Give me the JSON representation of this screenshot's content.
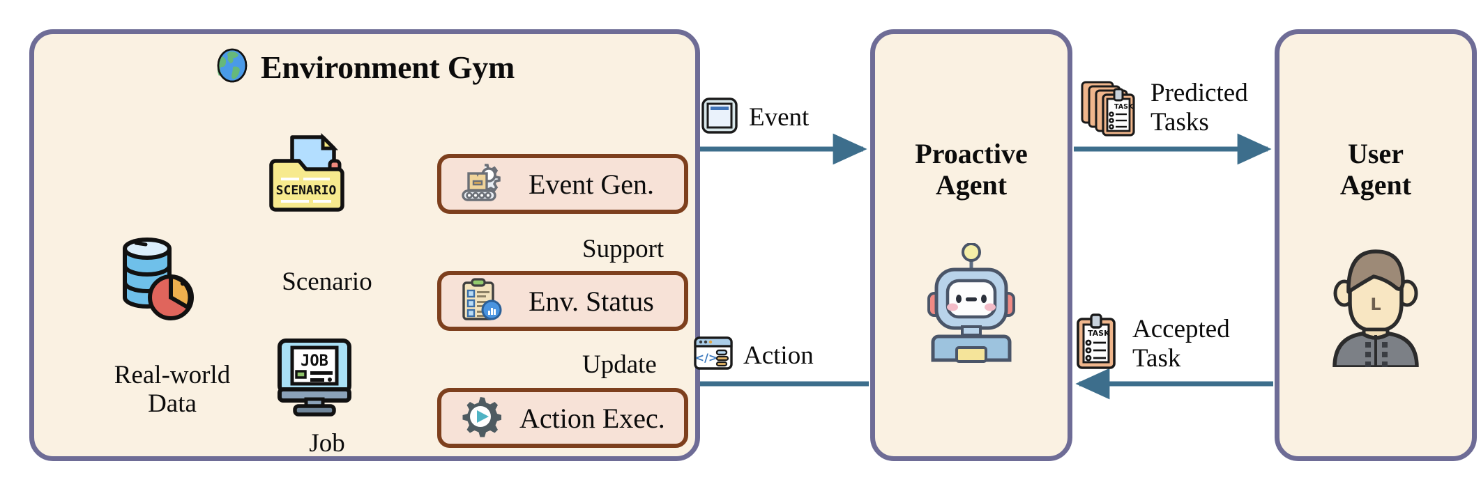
{
  "panels": {
    "env": {
      "title": "Environment Gym",
      "icon": "globe-icon"
    },
    "proactive": {
      "title_line1": "Proactive",
      "title_line2": "Agent",
      "icon": "robot-avatar-icon"
    },
    "user": {
      "title_line1": "User",
      "title_line2": "Agent",
      "icon": "person-avatar-icon"
    }
  },
  "sources": {
    "data": {
      "label_line1": "Real-world",
      "label_line2": "Data",
      "icon": "database-pie-icon"
    },
    "scenario": {
      "label": "Scenario",
      "icon": "scenario-folder-icon",
      "badge_text": "SCENARIO"
    },
    "job": {
      "label": "Job",
      "icon": "job-monitor-icon",
      "badge_text": "JOB"
    }
  },
  "process_boxes": [
    {
      "id": "event-gen",
      "label": "Event Gen.",
      "icon": "conveyor-gear-icon"
    },
    {
      "id": "env-status",
      "label": "Env. Status",
      "icon": "clipboard-chart-icon"
    },
    {
      "id": "action-exec",
      "label": "Action Exec.",
      "icon": "gear-play-icon"
    }
  ],
  "internal_edges": [
    {
      "id": "support",
      "label": "Support",
      "from": "env-status",
      "to": "event-gen"
    },
    {
      "id": "update",
      "label": "Update",
      "from": "action-exec",
      "to": "env-status"
    }
  ],
  "flows": [
    {
      "id": "event",
      "label": "Event",
      "label_line2": "",
      "icon": "window-panel-icon",
      "direction": "right"
    },
    {
      "id": "action",
      "label": "Action",
      "label_line2": "",
      "icon": "code-window-icon",
      "direction": "left"
    },
    {
      "id": "predicted-tasks",
      "label": "Predicted",
      "label_line2": "Tasks",
      "icon": "task-stack-icon",
      "direction": "right"
    },
    {
      "id": "accepted-task",
      "label": "Accepted",
      "label_line2": "Task",
      "icon": "task-clipboard-icon",
      "direction": "left"
    }
  ],
  "task_badge_text": "TASK",
  "colors": {
    "panel_border": "#6e6c96",
    "panel_fill": "#faf1e2",
    "box_border": "#7d3f1d",
    "box_fill": "#f7e2d7",
    "arrow": "#3d6e8c",
    "text": "#0b0b0b"
  }
}
